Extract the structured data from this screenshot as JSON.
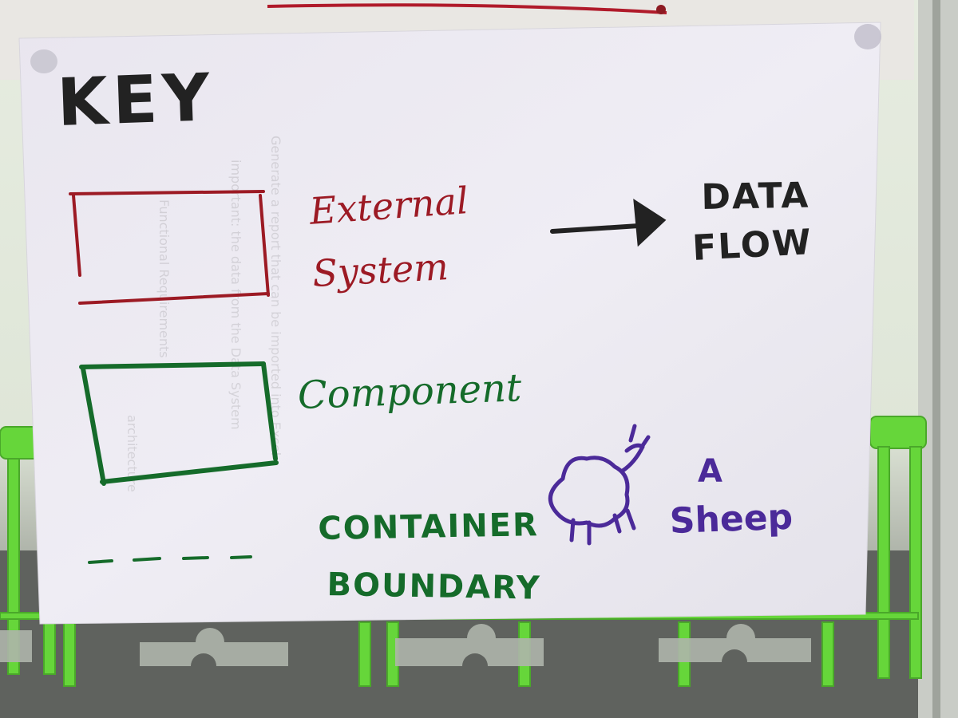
{
  "key_sheet": {
    "title": "KEY",
    "external_system_label": [
      "External",
      "System"
    ],
    "component_label": "Component",
    "container_boundary_label": [
      "CONTAINER",
      "BOUNDARY"
    ],
    "data_flow_label": [
      "DATA",
      "FLOW"
    ],
    "sheep_label": [
      "A",
      "Sheep"
    ]
  },
  "colors": {
    "marker_black": "#222222",
    "marker_red": "#9c1a24",
    "marker_green": "#156b2a",
    "marker_purple": "#4b2a99",
    "paper": "#eceaf2",
    "stool_green": "#66d63a"
  },
  "icons": [
    "pushpin-icon",
    "sheep-drawing-icon",
    "arrow-icon"
  ]
}
